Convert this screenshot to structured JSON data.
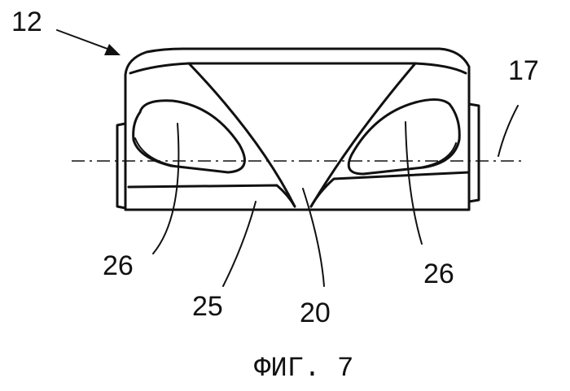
{
  "labels": {
    "part": "12",
    "axis": "17",
    "channel_left": "26",
    "channel_right": "26",
    "web": "25",
    "center": "20"
  },
  "caption": "ФИГ. 7"
}
